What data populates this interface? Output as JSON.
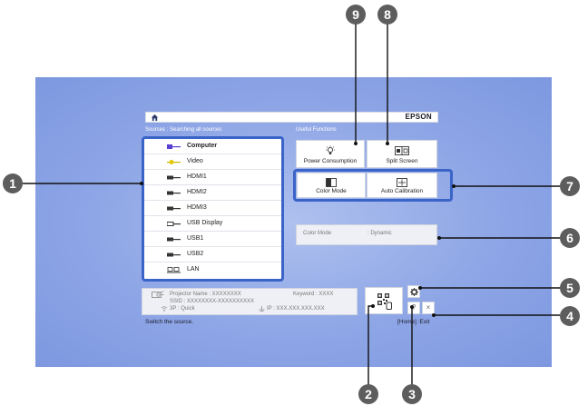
{
  "header": {
    "brand": "EPSON"
  },
  "sources_title": "Sources : Searching all sources",
  "useful_functions_title": "Useful Functions",
  "sources": [
    {
      "label": "Computer",
      "icon": "computer-connector-icon",
      "color": "#5a3fd0"
    },
    {
      "label": "Video",
      "icon": "video-connector-icon",
      "color": "#e2c800"
    },
    {
      "label": "HDMI1",
      "icon": "hdmi-connector-icon",
      "color": "#333333"
    },
    {
      "label": "HDMI2",
      "icon": "hdmi-connector-icon",
      "color": "#333333"
    },
    {
      "label": "HDMI3",
      "icon": "hdmi-connector-icon",
      "color": "#333333"
    },
    {
      "label": "USB Display",
      "icon": "usb-connector-icon",
      "color": "#333333"
    },
    {
      "label": "USB1",
      "icon": "usb-connector-icon",
      "color": "#333333"
    },
    {
      "label": "USB2",
      "icon": "usb-connector-icon",
      "color": "#333333"
    },
    {
      "label": "LAN",
      "icon": "lan-icon",
      "color": "#333333"
    }
  ],
  "functions": {
    "power_consumption": "Power Consumption",
    "split_screen": "Split Screen",
    "color_mode": "Color Mode",
    "auto_calibration": "Auto Calibration"
  },
  "info": {
    "label": "Color Mode",
    "value": ": Dynamic"
  },
  "network": {
    "projector_name": "Projector Name : XXXXXXXX",
    "keyword": "Keyword : XXXX",
    "ssid": "SSID : XXXXXXXX-XXXXXXXXXX",
    "mode": "3P : Quick",
    "ip": "IP : XXX.XXX.XXX.XXX"
  },
  "buttons": {
    "help": "?",
    "close": "×"
  },
  "footer": {
    "hint": "Switch the source.",
    "exit": "[Home] :Exit"
  },
  "callouts": [
    "1",
    "2",
    "3",
    "4",
    "5",
    "6",
    "7",
    "8",
    "9"
  ],
  "colors": {
    "accent": "#3b64c8",
    "screen": "#8ea6e6",
    "callout": "#5d5d5d"
  }
}
